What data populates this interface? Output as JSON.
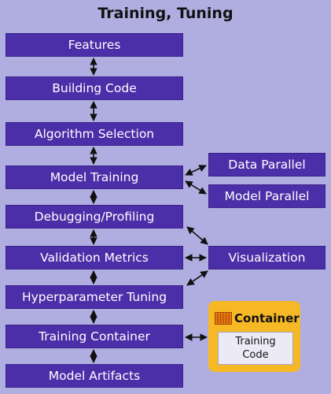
{
  "title": "Training, Tuning",
  "steps": [
    "Features",
    "Building Code",
    "Algorithm Selection",
    "Model Training",
    "Debugging/Profiling",
    "Validation Metrics",
    "Hyperparameter Tuning",
    "Training Container",
    "Model Artifacts"
  ],
  "side": {
    "data_parallel": "Data Parallel",
    "model_parallel": "Model Parallel",
    "visualization": "Visualization"
  },
  "container": {
    "label": "Container",
    "code_line1": "Training",
    "code_line2": "Code"
  },
  "colors": {
    "background": "#b0ade0",
    "box": "#4b2fa8",
    "container": "#f7b825"
  }
}
